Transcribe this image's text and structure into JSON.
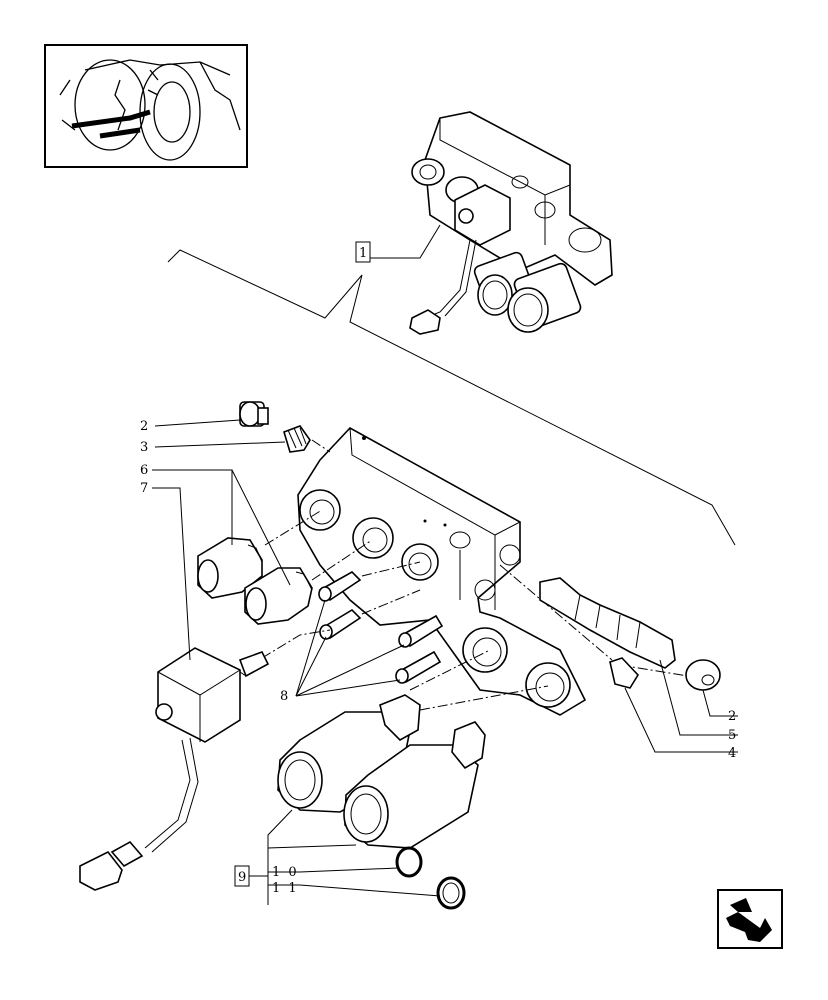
{
  "callouts": {
    "c1": "1",
    "c2a": "2",
    "c3": "3",
    "c6": "6",
    "c7": "7",
    "c8": "8",
    "c2b": "2",
    "c5": "5",
    "c4": "4",
    "c9": "9",
    "c10": "1 0",
    "c11": "1 1"
  },
  "icons": {
    "thumbnail": "tractor-location-thumbnail",
    "nav": "page-navigation-arrow-icon"
  }
}
